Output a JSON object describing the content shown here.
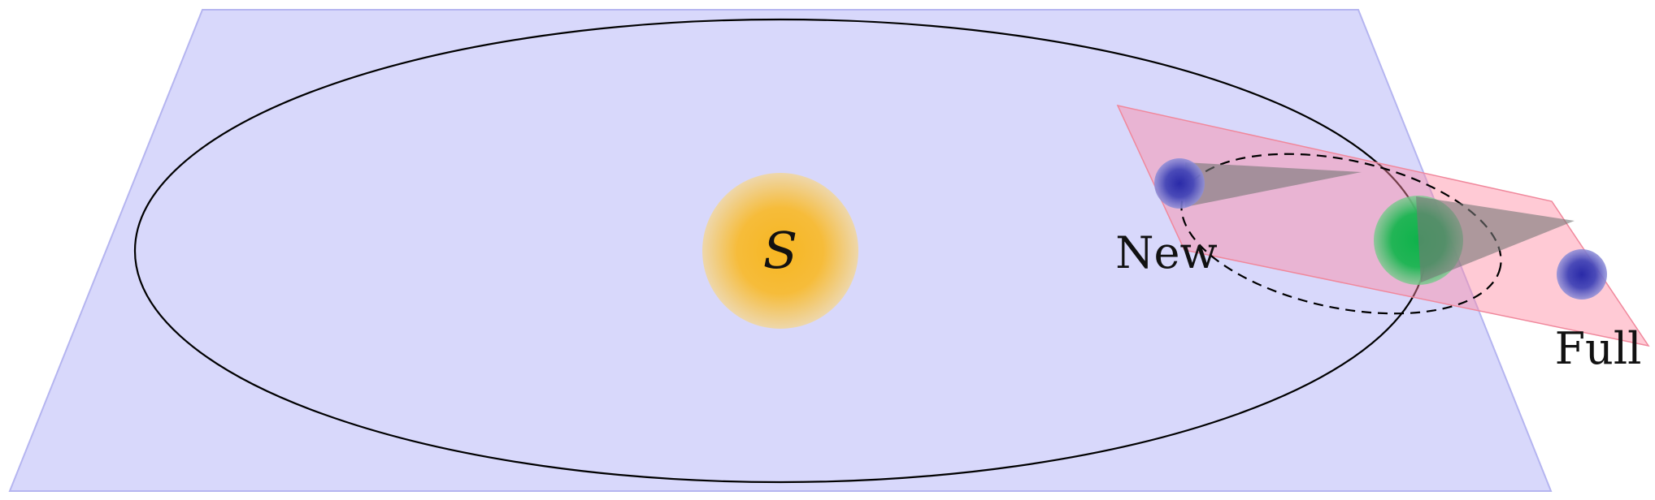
{
  "diagram": {
    "sun": {
      "label": "S"
    },
    "moon_positions": [
      {
        "label": "New"
      },
      {
        "label": "Full"
      }
    ]
  },
  "colors": {
    "ecliptic_plane": "#d8d8fb",
    "ecliptic_edge": "#b7b7f2",
    "lunar_plane": "#f2a2bd",
    "sun_core": "#f6b62e",
    "sun_halo": "#efd8a9",
    "earth": "#18b553",
    "moon": "#3c3cb3",
    "cone": "#8d8d8d",
    "orbit": "#000000"
  }
}
